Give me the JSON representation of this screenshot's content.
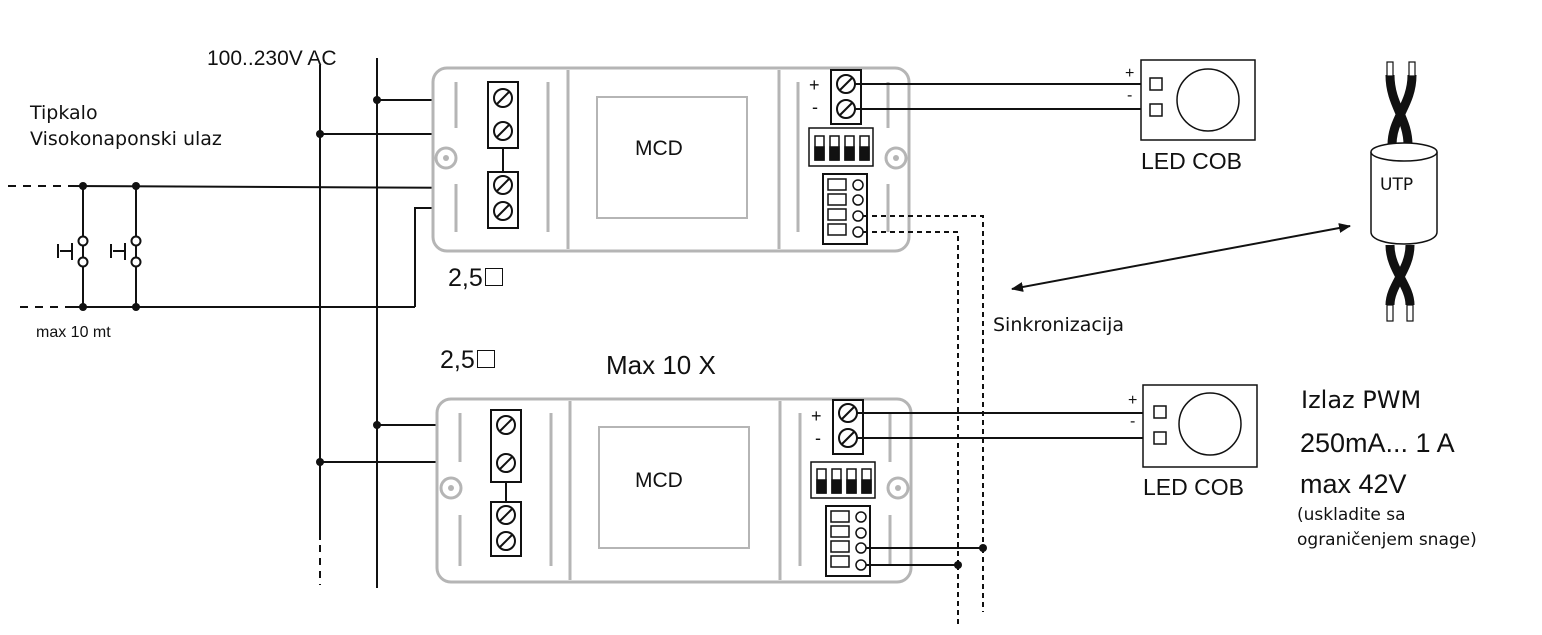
{
  "supply_label": "100..230V AC",
  "button_label_line1": "Tipkalo",
  "button_label_line2": "Visokonaponski ulaz",
  "max_distance": "max 10 mt",
  "wire_cross_section_1": "2,5",
  "wire_cross_section_2": "2,5",
  "max_units": "Max 10 X",
  "driver_1_label": "MCD",
  "driver_2_label": "MCD",
  "led_1_label": "LED COB",
  "led_2_label": "LED COB",
  "utp_label": "UTP",
  "sync_label": "Sinkronizacija",
  "output_title": "Izlaz PWM",
  "output_current": "250mA... 1 A",
  "output_voltage": "max 42V",
  "output_note_line1": "(uskladite sa",
  "output_note_line2": "ograničenjem snage)",
  "plus_sign": "+",
  "minus_sign": "-"
}
